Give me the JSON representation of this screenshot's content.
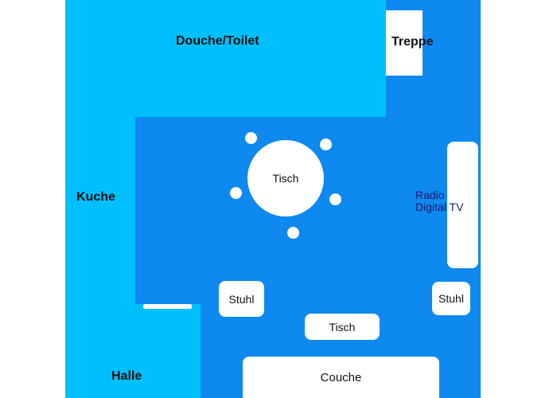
{
  "floorplan": {
    "rooms": {
      "bathroom": "Douche/Toilet",
      "stairs": "Treppe",
      "kitchen": "Kuche",
      "hall": "Halle"
    },
    "furniture": {
      "round_table": "Tisch",
      "radio_tv_line1": "Radio",
      "radio_tv_line2": "Digital TV",
      "chair_left": "Stuhl",
      "chair_right": "Stuhl",
      "coffee_table": "Tisch",
      "couch": "Couche"
    },
    "colors": {
      "living_area": "#0d89f0",
      "side_rooms": "#00bffd",
      "furniture": "#ffffff",
      "label_dark": "#111111",
      "label_navy": "#1a1a6e"
    }
  }
}
